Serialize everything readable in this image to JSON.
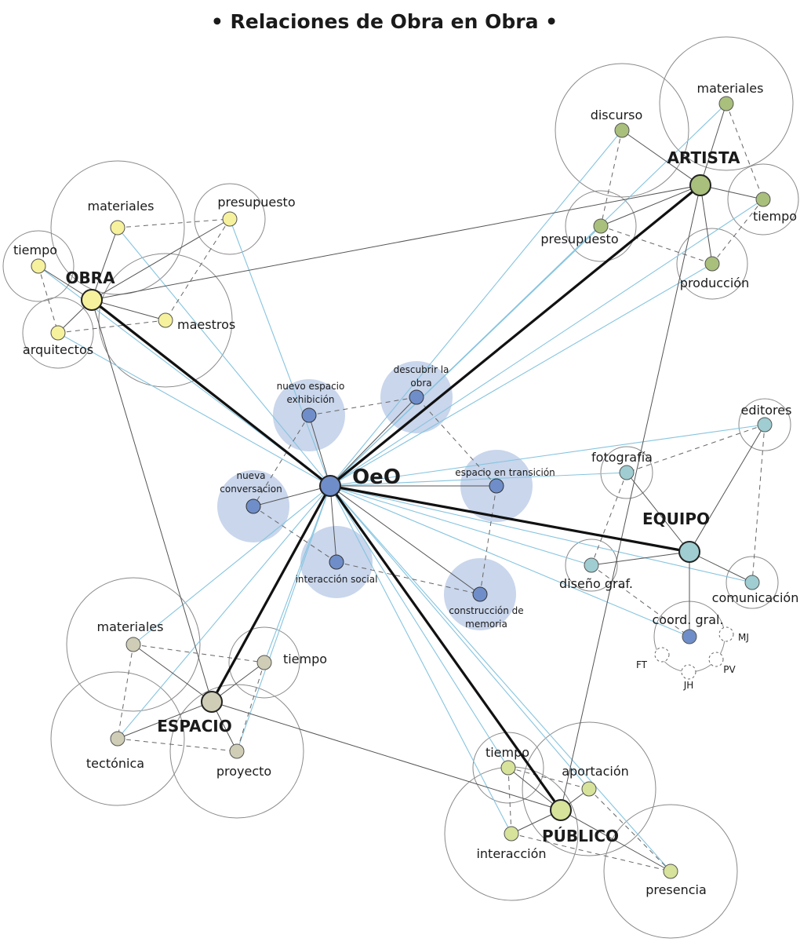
{
  "title": "• Relaciones de Obra en Obra •",
  "center": {
    "label": "OeO",
    "color": "#6f8ec9"
  },
  "groups": [
    {
      "id": "obra",
      "label": "OBRA",
      "color": "#f6f19c",
      "items": [
        "materiales",
        "presupuesto",
        "tiempo",
        "maestros",
        "arquitectos"
      ]
    },
    {
      "id": "artista",
      "label": "ARTISTA",
      "color": "#a9bf7c",
      "items": [
        "discurso",
        "materiales",
        "presupuesto",
        "tiempo",
        "producción"
      ]
    },
    {
      "id": "equipo",
      "label": "EQUIPO",
      "color": "#9fcdd1",
      "items": [
        "editores",
        "fotografía",
        "diseño graf.",
        "comunicación",
        "coord. gral."
      ]
    },
    {
      "id": "espacio",
      "label": "ESPACIO",
      "color": "#cfcdb6",
      "items": [
        "materiales",
        "tiempo",
        "tectónica",
        "proyecto"
      ]
    },
    {
      "id": "publico",
      "label": "PÚBLICO",
      "color": "#d7e29a",
      "items": [
        "tiempo",
        "aportación",
        "interacción",
        "presencia"
      ]
    }
  ],
  "themes": [
    {
      "lines": [
        "nuevo espacio",
        "exhibición"
      ]
    },
    {
      "lines": [
        "descubrir la",
        "obra"
      ]
    },
    {
      "lines": [
        "nueva",
        "conversacion"
      ]
    },
    {
      "lines": [
        "espacio en transición"
      ]
    },
    {
      "lines": [
        "interacción social"
      ]
    },
    {
      "lines": [
        "construcción de",
        "memoria"
      ]
    }
  ],
  "team_members": [
    "MJ",
    "FT",
    "PV",
    "JH"
  ],
  "colors": {
    "strong_link": "#111111",
    "thin_link": "#555555",
    "cyan_link": "#86c4df",
    "dashed_link": "#666666",
    "circle_outline": "#8a8a8a",
    "theme_fill": "#c9d6ec",
    "coord_dot": "#6f8ec9"
  }
}
